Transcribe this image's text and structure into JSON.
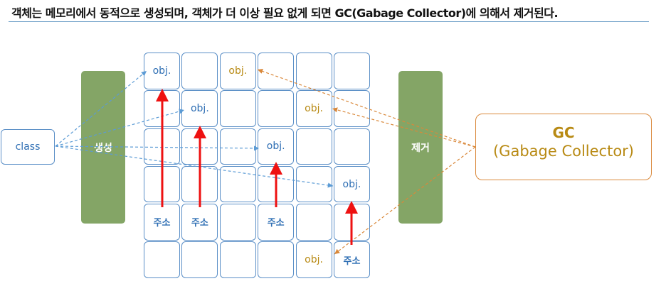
{
  "title": "객체는 메모리에서 동적으로 생성되며, 객체가 더 이상 필요 없게 되면 GC(Gabage Collector)에 의해서 제거된다.",
  "class_label": "class",
  "create_label": "생성",
  "remove_label": "제거",
  "gc": {
    "title": "GC",
    "subtitle": "(Gabage Collector)"
  },
  "colors": {
    "blue": "#2f6fb4",
    "gold": "#b88a14",
    "green": "#84a566",
    "red": "#ee1111",
    "orange": "#d9883a"
  },
  "grid": {
    "rows": [
      [
        "obj.",
        "",
        "obj.",
        "",
        "",
        ""
      ],
      [
        "",
        "obj.",
        "",
        "",
        "obj.",
        ""
      ],
      [
        "",
        "",
        "",
        "obj.",
        "",
        ""
      ],
      [
        "",
        "",
        "",
        "",
        "",
        "obj."
      ],
      [
        "주소",
        "주소",
        "",
        "주소",
        "",
        ""
      ],
      [
        "",
        "",
        "",
        "",
        "obj.",
        "주소"
      ]
    ],
    "styles": [
      [
        "obj-blue",
        "",
        "obj-gold",
        "",
        "",
        ""
      ],
      [
        "",
        "obj-blue",
        "",
        "",
        "obj-gold",
        ""
      ],
      [
        "",
        "",
        "",
        "obj-blue",
        "",
        ""
      ],
      [
        "",
        "",
        "",
        "",
        "",
        "obj-blue"
      ],
      [
        "addr",
        "addr",
        "",
        "addr",
        "",
        ""
      ],
      [
        "",
        "",
        "",
        "",
        "obj-gold",
        "addr"
      ]
    ]
  }
}
